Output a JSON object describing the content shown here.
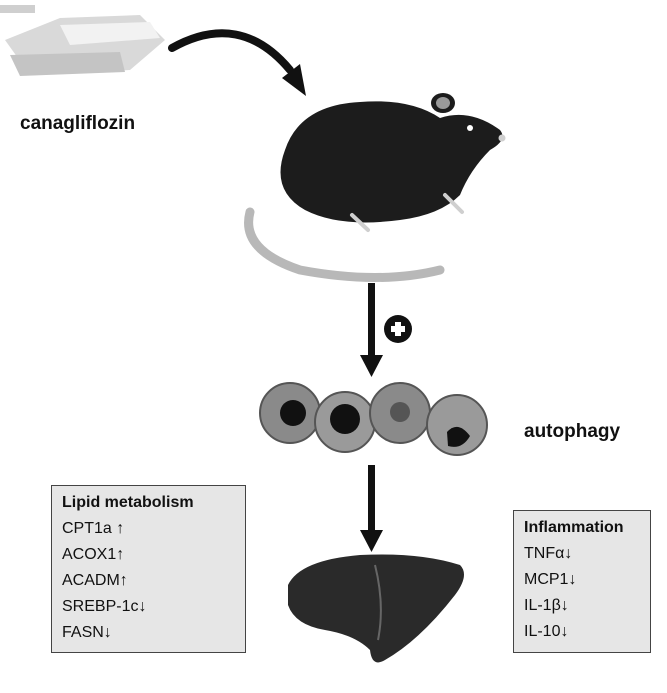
{
  "drug": {
    "label": "canagliflozin"
  },
  "process": {
    "label": "autophagy",
    "effect": "+"
  },
  "lipid_metabolism": {
    "title": "Lipid metabolism",
    "items": [
      "CPT1a ↑",
      "ACOX1↑",
      "ACADM↑",
      "SREBP-1c↓",
      "FASN↓"
    ]
  },
  "inflammation": {
    "title": "Inflammation",
    "items": [
      "TNFα↓",
      "MCP1↓",
      "IL-1β↓",
      "IL-10↓"
    ]
  },
  "colors": {
    "silhouette": "#1c1c1c",
    "tail": "#b8b8b8",
    "box_fill": "#e6e6e6",
    "cell_fill": "#8a8a8a",
    "liver_fill": "#2a2a2a"
  }
}
